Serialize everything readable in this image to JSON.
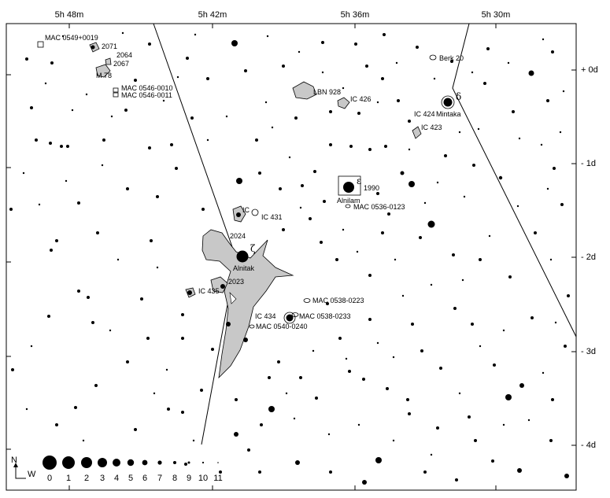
{
  "chart_data": {
    "type": "star-chart",
    "ra_labels": [
      "5h 48m",
      "5h 42m",
      "5h 36m",
      "5h 30m"
    ],
    "dec_labels": [
      "+ 0d",
      "- 1d",
      "- 2d",
      "- 3d",
      "- 4d"
    ],
    "compass": {
      "north": "N",
      "west": "W"
    },
    "magnitude_scale": [
      "0",
      "1",
      "2",
      "3",
      "4",
      "5",
      "6",
      "7",
      "8",
      "9",
      "10",
      "11"
    ],
    "objects": [
      {
        "name": "MAC 0549+0019"
      },
      {
        "name": "2071"
      },
      {
        "name": "2064"
      },
      {
        "name": "2067"
      },
      {
        "name": "M 78"
      },
      {
        "name": "MAC 0546-0010"
      },
      {
        "name": "MAC 0546-0011"
      },
      {
        "name": "LBN 928"
      },
      {
        "name": "IC 426"
      },
      {
        "name": "IC 424"
      },
      {
        "name": "Mintaka"
      },
      {
        "name": "IC 423"
      },
      {
        "name": "Berk 20"
      },
      {
        "name": "1990"
      },
      {
        "name": "Alnilam"
      },
      {
        "name": "MAC 0536-0123"
      },
      {
        "name": "IC 431"
      },
      {
        "name": "IC"
      },
      {
        "name": "2024"
      },
      {
        "name": "Alnitak"
      },
      {
        "name": "2023"
      },
      {
        "name": "IC 435"
      },
      {
        "name": "MAC 0538-0223"
      },
      {
        "name": "IC 434"
      },
      {
        "name": "MAC 0538-0233"
      },
      {
        "name": "MAC 0540-0240"
      }
    ],
    "greek_labels": {
      "delta": "δ",
      "epsilon": "ε",
      "zeta": "ζ"
    }
  }
}
